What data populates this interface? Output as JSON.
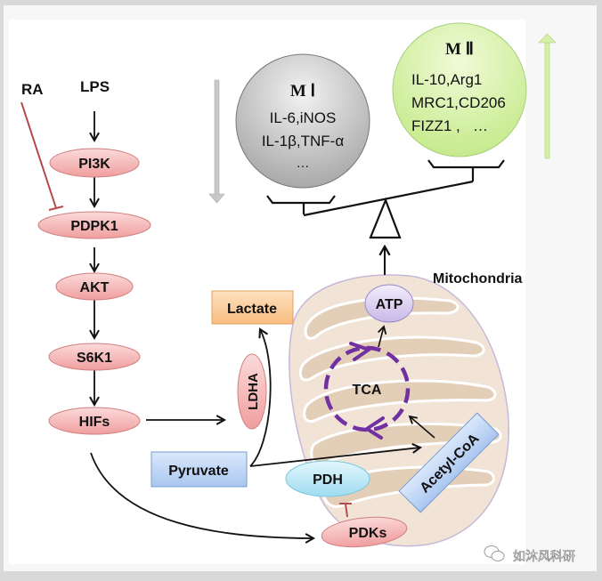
{
  "diagram": {
    "inputs": {
      "ra": "RA",
      "lps": "LPS"
    },
    "pathway": [
      "PI3K",
      "PDPK1",
      "AKT",
      "S6K1",
      "HIFs"
    ],
    "metabolism": {
      "lactate": "Lactate",
      "ldha": "LDHA",
      "pyruvate": "Pyruvate",
      "pdh": "PDH",
      "pdks": "PDKs",
      "acetyl_coa": "Acetyl-CoA",
      "tca": "TCA",
      "atp": "ATP",
      "mitochondria": "Mitochondria"
    },
    "m1": {
      "title": "M Ⅰ",
      "lines": [
        "IL-6,iNOS",
        "IL-1β,TNF-α",
        "…"
      ],
      "trend": "down"
    },
    "m2": {
      "title": "M Ⅱ",
      "lines": [
        "IL-10,Arg1",
        "MRC1,CD206",
        "FIZZ1 ,   …"
      ],
      "trend": "up"
    },
    "colors": {
      "pathway_fill": "#f4b6b6",
      "m1_fill": "#c8c8c8",
      "m2_fill": "#d6f0a8",
      "pyruvate_fill": "#bcd4f2",
      "lactate_fill": "#fbcf9e",
      "pdh_fill": "#bfe9f5",
      "atp_fill": "#ddd0f0",
      "tca_color": "#7030a0",
      "mito_fill": "#eddccb",
      "inhibit_color": "#b44a4a"
    }
  },
  "watermark": {
    "icon": "wechat-icon",
    "text": "如沐风科研"
  }
}
